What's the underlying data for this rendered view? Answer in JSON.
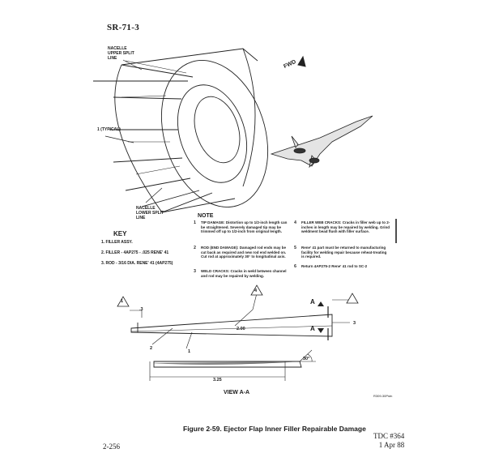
{
  "header": {
    "doc_id": "SR-71-3"
  },
  "callouts": {
    "nacelle_upper": "NACELLE UPPER SPLIT LINE",
    "typical": "1 (TYPICAL)",
    "nacelle_lower": "NACELLE LOWER SPLIT LINE",
    "fwd": "FWD"
  },
  "key": {
    "title": "KEY",
    "items": [
      "1.  FILLER ASSY.",
      "2.  FILLER - 4AP275 - .025 RENE' 41",
      "3.  ROD - 3/16 DIA. RENE' 41 (4AP275)"
    ]
  },
  "notes": {
    "title": "NOTE",
    "items": [
      {
        "num": "1",
        "text": "TIP DAMAGE: Distortion up to 1/2-inch length can be straightened. Severely damaged tip may be trimmed off up to 1/2-inch from original length."
      },
      {
        "num": "2",
        "text": "ROD (END DAMAGE): Damaged rod ends may be cut back as required and new rod end welded on. Cut rod at approximately 30° to longitudinal axis."
      },
      {
        "num": "3",
        "text": "WELD CRACKS: Cracks in weld between channel and rod may be repaired by welding."
      },
      {
        "num": "4",
        "text": "FILLER WEB CRACKS: Cracks in filler web up to 2-inches in length may be repaired by welding. Grind weldment bead flush with filler surface."
      },
      {
        "num": "5",
        "text": "Rene' 41 part must be returned to manufacturing facility for welding repair because reheat-treating is required."
      },
      {
        "num": "6",
        "text": "Return 4AP275-2 Rene' 41 rod to SC-2"
      }
    ]
  },
  "detail": {
    "dim_top": ".3",
    "dim_mid": "2.00",
    "dim_len": "3.25",
    "angle": "30°",
    "section_a": "A",
    "view_label": "VIEW A-A",
    "leader_1": "1",
    "leader_2": "2",
    "leader_3": "3",
    "leader_4": "4",
    "ref_code": "R309-30Pstn"
  },
  "footer": {
    "caption": "Figure 2-59.  Ejector Flap Inner Filler Repairable Damage",
    "page": "2-256",
    "tdc": "TDC #364",
    "date": "1 Apr 88"
  }
}
